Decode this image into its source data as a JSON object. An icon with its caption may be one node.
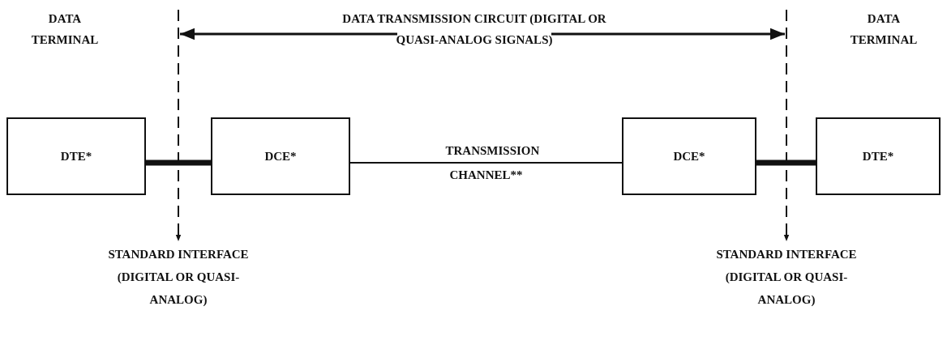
{
  "diagram": {
    "nodes": [
      {
        "text": [
          "DTE*"
        ]
      },
      {
        "text": [
          "DCE*"
        ]
      },
      {
        "text": [
          "DCE*"
        ]
      },
      {
        "text": [
          "DTE*"
        ]
      },
      {
        "text": [
          "STANDARD INTERFACE (DIGITAL OR QUASI-ANALOG)"
        ]
      },
      {
        "text": [
          "STANDARD INTERFACE (DIGITAL OR QUASI-ANALOG)"
        ]
      }
    ],
    "edges": [
      {
        "from": 0,
        "to": 1,
        "arrow": "none",
        "style": "thick"
      },
      {
        "from": 1,
        "to": 2,
        "arrow": "none",
        "label": "TRANSMISSION CHANNEL**"
      },
      {
        "from": 2,
        "to": 3,
        "arrow": "none",
        "style": "thick"
      },
      {
        "from": null,
        "to": 4,
        "arrow": "to",
        "style": "dashed"
      },
      {
        "from": null,
        "to": 5,
        "arrow": "to",
        "style": "dashed"
      }
    ],
    "labels": [
      "DATA TERMINAL",
      "DATA TRANSMISSION CIRCUIT (DIGITAL OR QUASI-ANALOG SIGNALS)",
      "DATA TERMINAL"
    ]
  }
}
